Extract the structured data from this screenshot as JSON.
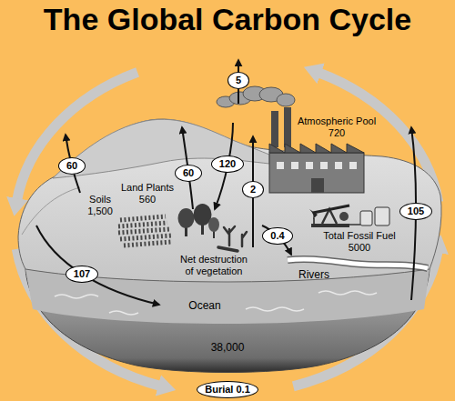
{
  "diagram": {
    "title": "The Global Carbon Cycle",
    "nodes": [
      {
        "text": [
          "5"
        ]
      },
      {
        "text": [
          "60"
        ]
      },
      {
        "text": [
          "60"
        ]
      },
      {
        "text": [
          "120"
        ]
      },
      {
        "text": [
          "2"
        ]
      },
      {
        "text": [
          "105"
        ]
      },
      {
        "text": [
          "0.4"
        ]
      },
      {
        "text": [
          "107"
        ]
      },
      {
        "text": [
          "Burial 0.1"
        ]
      }
    ],
    "labels": [
      "Atmospheric Pool 720",
      "Soils 1,500",
      "Land Plants 560",
      "Net destruction of vegetation",
      "Total Fossil Fuel 5000",
      "Rivers",
      "Ocean",
      "38,000"
    ]
  }
}
